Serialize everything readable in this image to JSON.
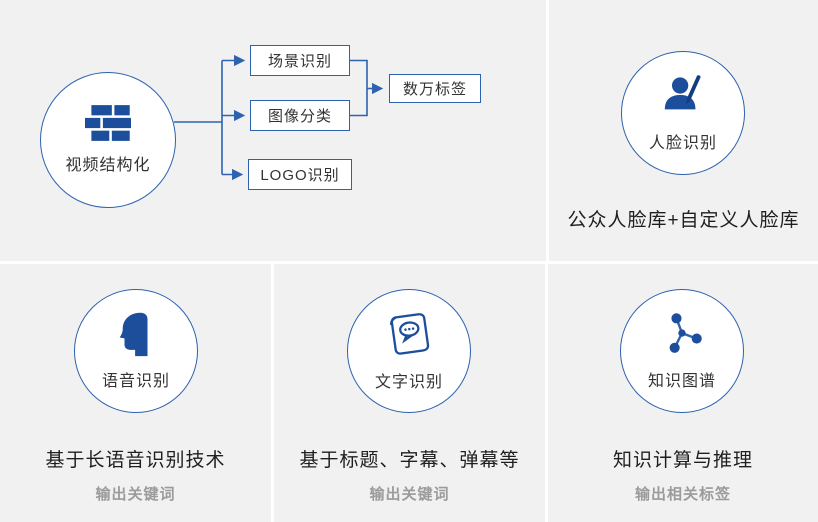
{
  "colors": {
    "background": "#f1f1f2",
    "divider": "#ffffff",
    "accent": "#2d62ae",
    "icon": "#1d4e9c",
    "text": "#1f1f1f",
    "muted": "#9b9b9b"
  },
  "video_panel": {
    "circle_label": "视频结构化",
    "branches": [
      {
        "label": "场景识别"
      },
      {
        "label": "图像分类"
      },
      {
        "label": "LOGO识别"
      }
    ],
    "output_label": "数万标签"
  },
  "face_panel": {
    "circle_label": "人脸识别",
    "caption": "公众人脸库+自定义人脸库"
  },
  "speech_panel": {
    "circle_label": "语音识别",
    "caption": "基于长语音识别技术",
    "tagline": "输出关键词"
  },
  "text_panel": {
    "circle_label": "文字识别",
    "caption": "基于标题、字幕、弹幕等",
    "tagline": "输出关键词"
  },
  "knowledge_panel": {
    "circle_label": "知识图谱",
    "caption": "知识计算与推理",
    "tagline": "输出相关标签"
  }
}
